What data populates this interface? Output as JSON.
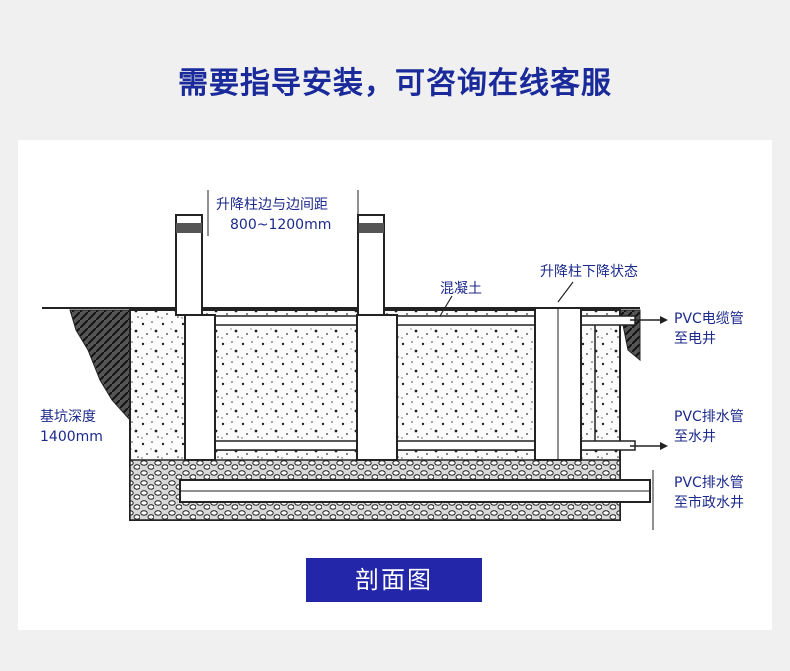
{
  "page": {
    "heading": "需要指导安装，可咨询在线客服",
    "caption": "剖面图"
  },
  "labels": {
    "spacing_title": "升降柱边与边间距",
    "spacing_value": "800~1200mm",
    "concrete": "混凝土",
    "lowered_state": "升降柱下降状态",
    "pit_depth_title": "基坑深度",
    "pit_depth_value": "1400mm",
    "pvc_cable_1": "PVC电缆管",
    "pvc_cable_2": "至电井",
    "pvc_drain_1": "PVC排水管",
    "pvc_drain_2": "至水井",
    "pvc_municipal_1": "PVC排水管",
    "pvc_municipal_2": "至市政水井"
  },
  "colors": {
    "heading": "#1a2a9a",
    "label": "#1c2a8c",
    "caption_bg": "#2326a8"
  }
}
